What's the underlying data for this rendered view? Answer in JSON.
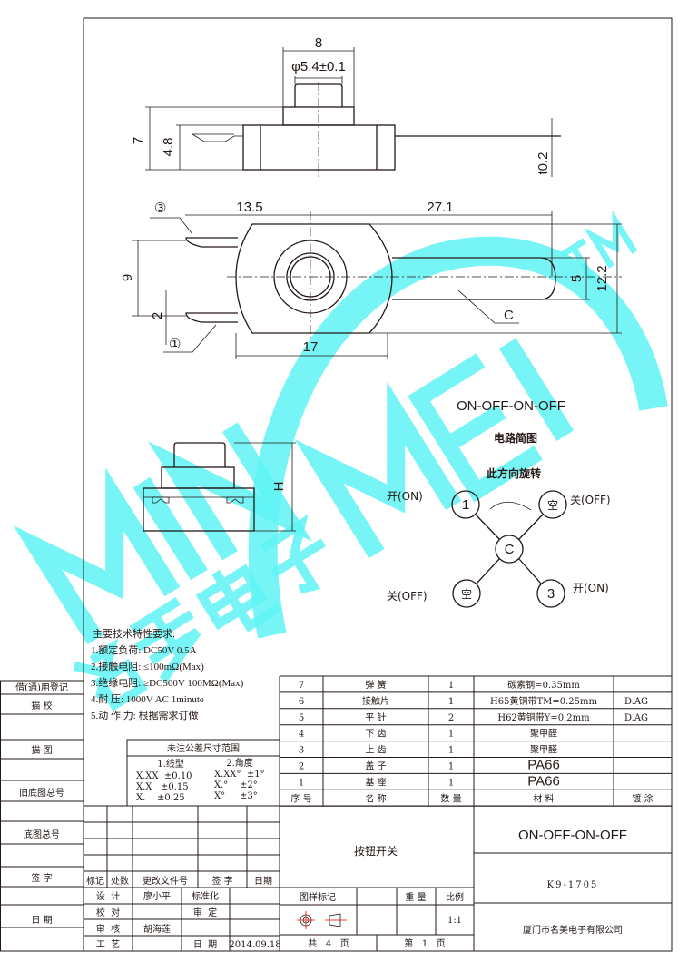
{
  "watermark": {
    "logo_text": "MINGMEI",
    "sub_text": "名美电子",
    "tm": "TM",
    "color": "#5ff3f5"
  },
  "side_view": {
    "dim_width": "8",
    "dim_diameter": "φ5.4±0.1",
    "dim_height": "7",
    "dim_body_height": "4.8",
    "dim_thickness": "t0.2"
  },
  "top_view": {
    "dim_left": "13.5",
    "dim_right": "27.1",
    "dim_pitch": "9",
    "dim_pin": "2",
    "dim_tab": "5",
    "dim_plate": "12.2",
    "dim_body": "17",
    "label_c": "C",
    "pin3": "③",
    "pin1": "①"
  },
  "small_view": {
    "dim_h": "H"
  },
  "circuit": {
    "title": "ON-OFF-ON-OFF",
    "subtitle": "电路简图",
    "rotate_note": "此方向旋转",
    "nodes": {
      "n1": "1",
      "empty1": "空",
      "center": "C",
      "empty2": "空",
      "n3": "3"
    },
    "labels": {
      "on1": "开(ON)",
      "off1": "关(OFF)",
      "off2": "关(OFF)",
      "on2": "开(ON)"
    }
  },
  "specs": {
    "title": "主要技术特性要求:",
    "lines": [
      "1.额定负荷: DC50V 0.5A",
      "2.接触电阻:  ≤100mΩ(Max)",
      "3.绝缘电阻: ≥DC500V 100MΩ(Max)",
      "4.耐    压: 1000V AC 1minute",
      "5.动 作 力: 根据需求订做"
    ]
  },
  "tolerance": {
    "title": "未注公差尺寸范围",
    "linear_title": "1.线型",
    "angle_title": "2.角度",
    "linear": [
      "X.XX  ±0.10",
      "X.X   ±0.15",
      "X.    ±0.25"
    ],
    "angle": [
      "X.XX°  ±1°",
      "X.°    ±2°",
      "X°     ±3°"
    ]
  },
  "parts": {
    "headers": [
      "序 号",
      "名    称",
      "数 量",
      "材    料",
      "镀  涂"
    ],
    "rows": [
      [
        "7",
        "弹 簧",
        "1",
        "碳素钢=0.35mm",
        ""
      ],
      [
        "6",
        "接触片",
        "1",
        "H65黄铜带TM=0.25mm",
        "D.AG"
      ],
      [
        "5",
        "平 针",
        "2",
        "H62黄铜带Y=0.2mm",
        "D.AG"
      ],
      [
        "4",
        "下 齿",
        "1",
        "聚甲醛",
        ""
      ],
      [
        "3",
        "上 齿",
        "1",
        "聚甲醛",
        ""
      ],
      [
        "2",
        "盖 子",
        "1",
        "PA66",
        ""
      ],
      [
        "1",
        "基 座",
        "1",
        "PA66",
        ""
      ]
    ]
  },
  "left_column": [
    "借(通)用登记",
    "描    校",
    "描    图",
    "旧底图总号",
    "底图总号",
    "签    字",
    "日    期"
  ],
  "revision": {
    "headers": [
      "标记",
      "处数",
      "更改文件号",
      "签    字",
      "日期"
    ]
  },
  "signoff": {
    "design": "设  计",
    "designer": "廖小平",
    "standard": "标准化",
    "check": "校  对",
    "approve": "审  定",
    "review": "审  核",
    "reviewer": "胡海莲",
    "process": "工  艺",
    "date_label": "日  期",
    "date": "2014.09.18"
  },
  "title_block": {
    "product": "按钮开关",
    "function": "ON-OFF-ON-OFF",
    "model": "K9-1705",
    "company": "厦门市名美电子有限公司",
    "mark_label": "图样标记",
    "weight_label": "重 量",
    "scale_label": "比例",
    "scale": "1:1",
    "total_pages": "共   4   页",
    "page": "第   1   页"
  }
}
